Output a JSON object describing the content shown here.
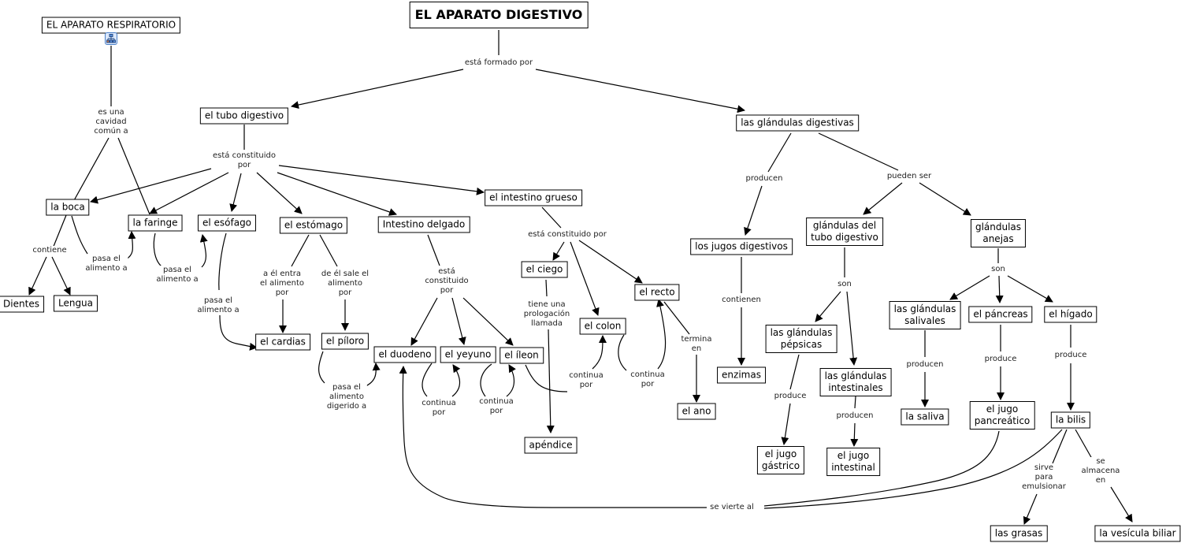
{
  "title": "EL APARATO DIGESTIVO",
  "concepts": {
    "respiratorio": "EL APARATO RESPIRATORIO",
    "digestivo": "EL APARATO DIGESTIVO",
    "tubo": "el tubo digestivo",
    "glandulas": "las glándulas digestivas",
    "boca": "la boca",
    "faringe": "la faringe",
    "esofago": "el esófago",
    "estomago": "el estómago",
    "delgado": "Intestino delgado",
    "grueso": "el intestino grueso",
    "dientes": "Dientes",
    "lengua": "Lengua",
    "cardias": "el cardias",
    "piloro": "el píloro",
    "duodeno": "el duodeno",
    "yeyuno": "el yeyuno",
    "ileon": "el íleon",
    "ciego": "el ciego",
    "colon": "el colon",
    "recto": "el recto",
    "apendice": "apéndice",
    "ano": "el ano",
    "jugos": "los jugos digestivos",
    "enzimas": "enzimas",
    "gl_tubo": "glándulas del\ntubo digestivo",
    "gl_anejas": "glándulas\nanejas",
    "pepsicas": "las glándulas\npépsicas",
    "intestinales": "las glándulas\nintestinales",
    "gastrico": "el jugo\ngástrico",
    "intestinal": "el jugo\nintestinal",
    "salivales": "las glándulas\nsalivales",
    "pancreas": "el páncreas",
    "higado": "el hígado",
    "saliva": "la saliva",
    "pancreatico": "el jugo\npancreático",
    "bilis": "la bilis",
    "grasas": "las grasas",
    "vesicula": "la vesícula biliar"
  },
  "linking_phrases": {
    "formado": "está formado por",
    "cavidad": "es una\ncavidad\ncomún a",
    "constituido_tubo": "está constituido\npor",
    "contiene": "contiene",
    "pasa_boca": "pasa el\nalimento a",
    "pasa_faringe": "pasa el\nalimento a",
    "pasa_esofago": "pasa el\nalimento a",
    "entra": "a él entra\nel alimento\npor",
    "sale": "de él sale el\nalimento\npor",
    "pasa_digerido": "pasa el\nalimento\ndigerido a",
    "constituido_delgado": "está\nconstituido\npor",
    "continua_1": "continua\npor",
    "continua_2": "continua\npor",
    "constituido_grueso": "está constituido por",
    "prologacion": "tiene una\nprologación\nllamada",
    "continua_3": "continua\npor",
    "continua_4": "continua\npor",
    "termina": "termina\nen",
    "producen_gl": "producen",
    "pueden": "pueden ser",
    "contienen": "contienen",
    "son_tubo": "son",
    "son_anejas": "son",
    "produce_pepsicas": "produce",
    "producen_intest": "producen",
    "producen_saliv": "producen",
    "produce_pancreas": "produce",
    "produce_higado": "produce",
    "sirve": "sirve\npara\nemulsionar",
    "almacena": "se\nalmacena\nen",
    "vierte": "se vierte al"
  },
  "icons": {
    "nested_map": "nested-concept-map-icon"
  }
}
